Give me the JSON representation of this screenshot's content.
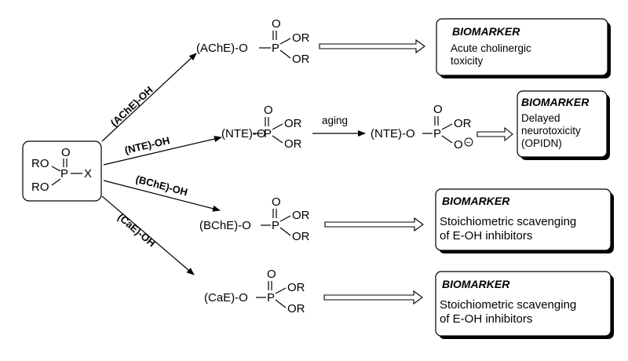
{
  "start": {
    "ro_top": "RO",
    "ro_bottom": "RO",
    "p": "P",
    "o": "O",
    "x": "X"
  },
  "pathways": {
    "ache": {
      "arrow_label": "(AChE)-OH",
      "enzyme": "(AChE)-O",
      "p": "P",
      "o": "O",
      "or_top": "OR",
      "or_bottom": "OR"
    },
    "nte": {
      "arrow_label": "(NTE)-OH",
      "enzyme": "(NTE)-O",
      "p": "P",
      "o": "O",
      "or_top": "OR",
      "or_bottom": "OR"
    },
    "bche": {
      "arrow_label": "(BChE)-OH",
      "enzyme": "(BChE)-O",
      "p": "P",
      "o": "O",
      "or_top": "OR",
      "or_bottom": "OR"
    },
    "cae": {
      "arrow_label": "(CaE)-OH",
      "enzyme": "(CaE)-O",
      "p": "P",
      "o": "O",
      "or_top": "OR",
      "or_bottom": "OR"
    }
  },
  "aging": {
    "label": "aging",
    "enzyme": "(NTE)-O",
    "p": "P",
    "o": "O",
    "or": "OR",
    "o_minus": "O",
    "charge": "−"
  },
  "biomarkers": [
    {
      "title": "BIOMARKER",
      "lines": [
        "Acute cholinergic",
        "toxicity"
      ]
    },
    {
      "title": "BIOMARKER",
      "lines": [
        "Delayed",
        "neurotoxicity",
        "(OPIDN)"
      ]
    },
    {
      "title": "BIOMARKER",
      "lines": [
        "Stoichiometric scavenging",
        "of E-OH inhibitors"
      ]
    },
    {
      "title": "BIOMARKER",
      "lines": [
        "Stoichiometric scavenging",
        "of E-OH inhibitors"
      ]
    }
  ]
}
